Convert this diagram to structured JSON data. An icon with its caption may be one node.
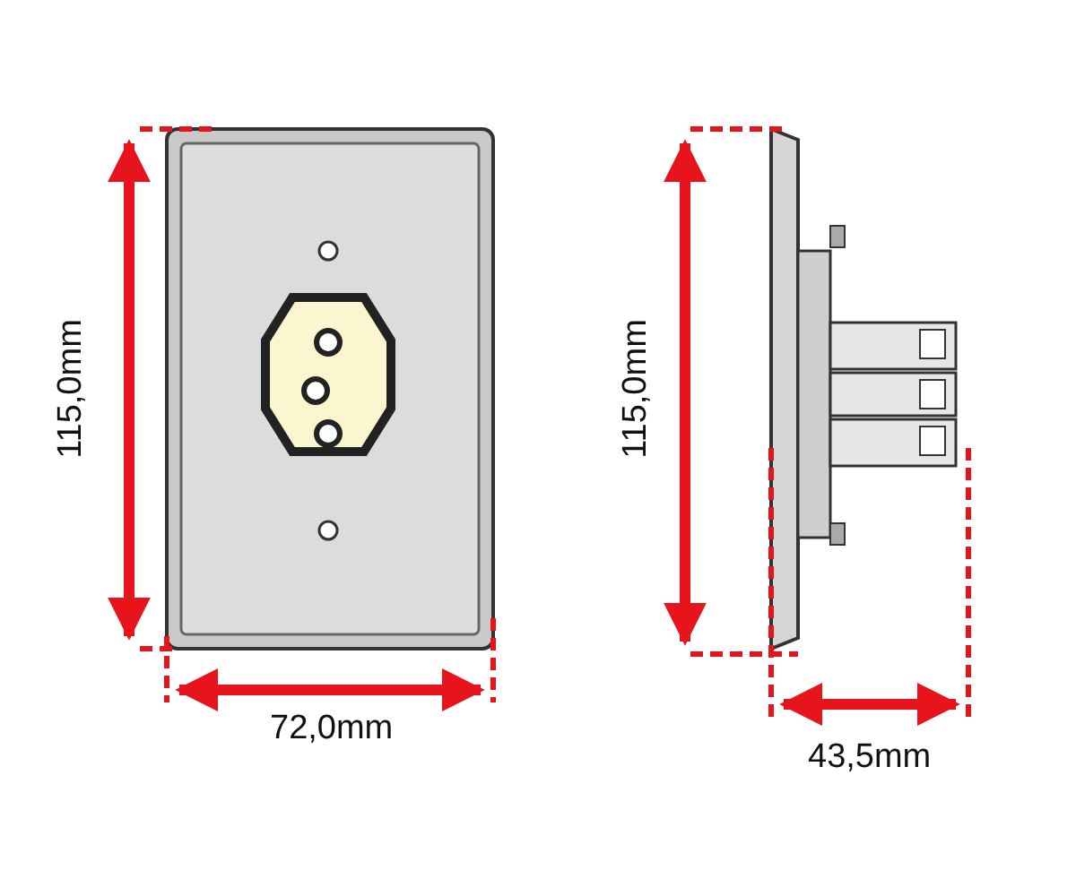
{
  "diagram": {
    "labels": [
      "115,0mm",
      "72,0mm",
      "115,0mm",
      "43,5mm"
    ]
  }
}
